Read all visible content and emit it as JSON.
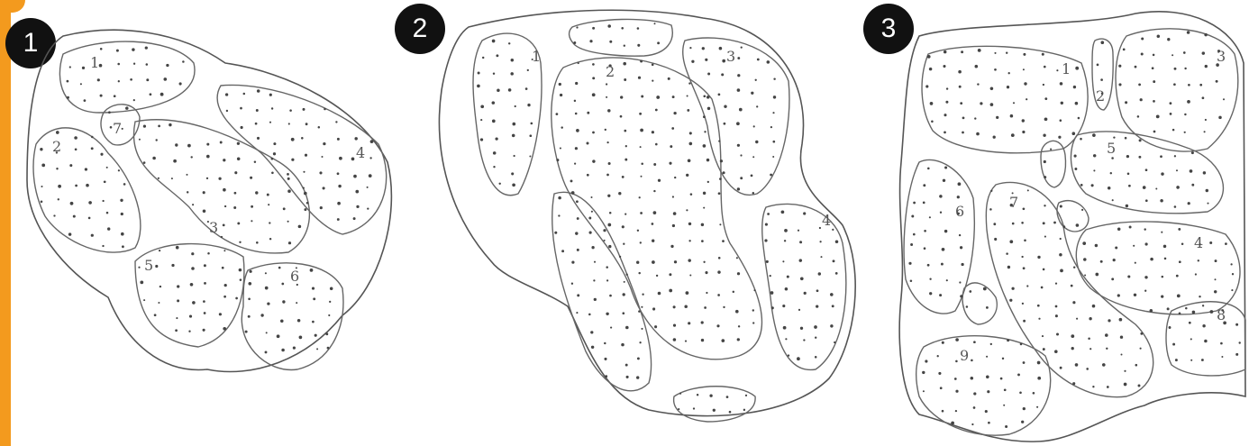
{
  "colors": {
    "accent": "#f39a1e",
    "badge_bg": "#111111",
    "badge_text": "#ffffff",
    "line": "#555555"
  },
  "panels": [
    {
      "badge": "1",
      "region_labels": [
        "1",
        "2",
        "3",
        "4",
        "5",
        "6",
        "7"
      ]
    },
    {
      "badge": "2",
      "region_labels": [
        "1",
        "2",
        "3",
        "4"
      ]
    },
    {
      "badge": "3",
      "region_labels": [
        "1",
        "2",
        "3",
        "4",
        "5",
        "6",
        "7",
        "8",
        "9"
      ]
    }
  ]
}
